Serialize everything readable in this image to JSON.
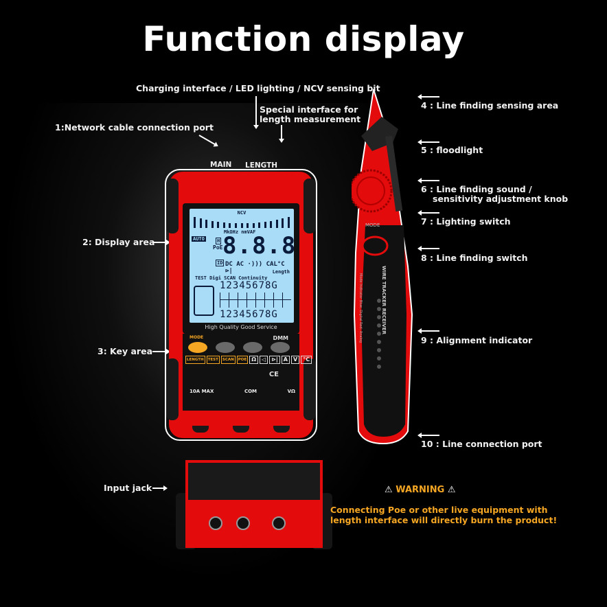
{
  "title": "Function display",
  "callouts": {
    "charging": "Charging interface / LED lighting / NCV sensing bit",
    "length_port_line1": "Special interface for",
    "length_port_line2": "length measurement",
    "network_port": "1:Network cable connection port",
    "display_area": "2: Display area",
    "key_area": "3: Key area",
    "input_jack": "Input jack",
    "sensing_area": "4 : Line finding sensing area",
    "floodlight": "5 : floodlight",
    "knob_line1": "6 : Line finding sound /",
    "knob_line2": "sensitivity adjustment knob",
    "lighting_switch": "7 : Lighting switch",
    "finding_switch": "8 : Line finding switch",
    "alignment": "9 : Alignment indicator",
    "connection_port": "10 : Line connection port"
  },
  "tester": {
    "port_main": "MAIN",
    "port_length": "LENGTH",
    "lcd": {
      "ncv": "NCV",
      "units": "MkΩHz nmVAF",
      "auto": "AUTO",
      "hold": "H",
      "poe": "PoE",
      "id": "ID",
      "reading": "8.8.8.8",
      "dc_ac": "DC AC ·))) CAL°C ⊳|",
      "length": "Length",
      "modes": "TEST Digi SCAN Continuity",
      "row1": "12345678G",
      "row2": "12345678G"
    },
    "slogan": "High Quality Good Service",
    "keys": {
      "mode_label": "MODE",
      "dmm_label": "DMM",
      "functions": [
        "LENGTH",
        "TEST",
        "SCAN",
        "POE"
      ],
      "meter_functions": [
        "Ω",
        "◁",
        "⊳|",
        "A",
        "V",
        "°C"
      ],
      "ce": "CE",
      "jacks": [
        "10A MAX",
        "COM",
        "VΩ"
      ]
    }
  },
  "tracker": {
    "mode_label": "MODE",
    "indicator_label": "Mode Indicator Blue: Digital Red: Analog",
    "brand": "WIRE TRACKER RECEIVER",
    "led_count": 9
  },
  "warning": {
    "title": "WARNING",
    "text_line1": "Connecting Poe or other live equipment with",
    "text_line2": "length interface will directly burn the product!",
    "color": "#f5a623"
  },
  "colors": {
    "background": "#000000",
    "device_red": "#e30b0b",
    "lcd_blue": "#a9dcf7",
    "accent_orange": "#f5a623"
  }
}
